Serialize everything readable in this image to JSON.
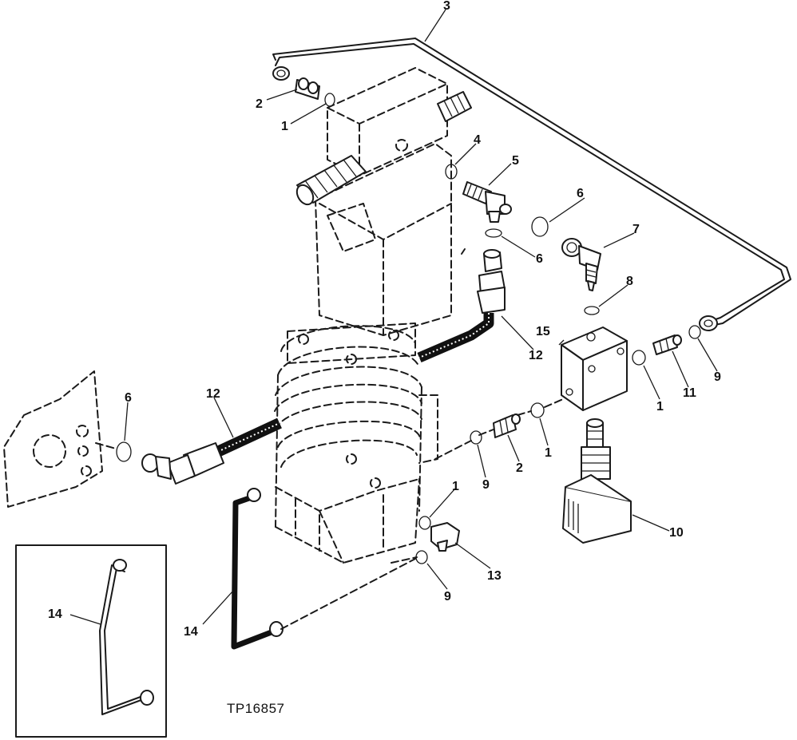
{
  "figure": {
    "id": "TP16857"
  },
  "callouts": {
    "c1a": "1",
    "c1b": "1",
    "c1c": "1",
    "c1d": "1",
    "c2a": "2",
    "c2b": "2",
    "c3": "3",
    "c4": "4",
    "c5": "5",
    "c6a": "6",
    "c6b": "6",
    "c6c": "6",
    "c7": "7",
    "c8": "8",
    "c9a": "9",
    "c9b": "9",
    "c9c": "9",
    "c10": "10",
    "c11": "11",
    "c12a": "12",
    "c12b": "12",
    "c13": "13",
    "c14a": "14",
    "c14b": "14",
    "c15": "15"
  }
}
